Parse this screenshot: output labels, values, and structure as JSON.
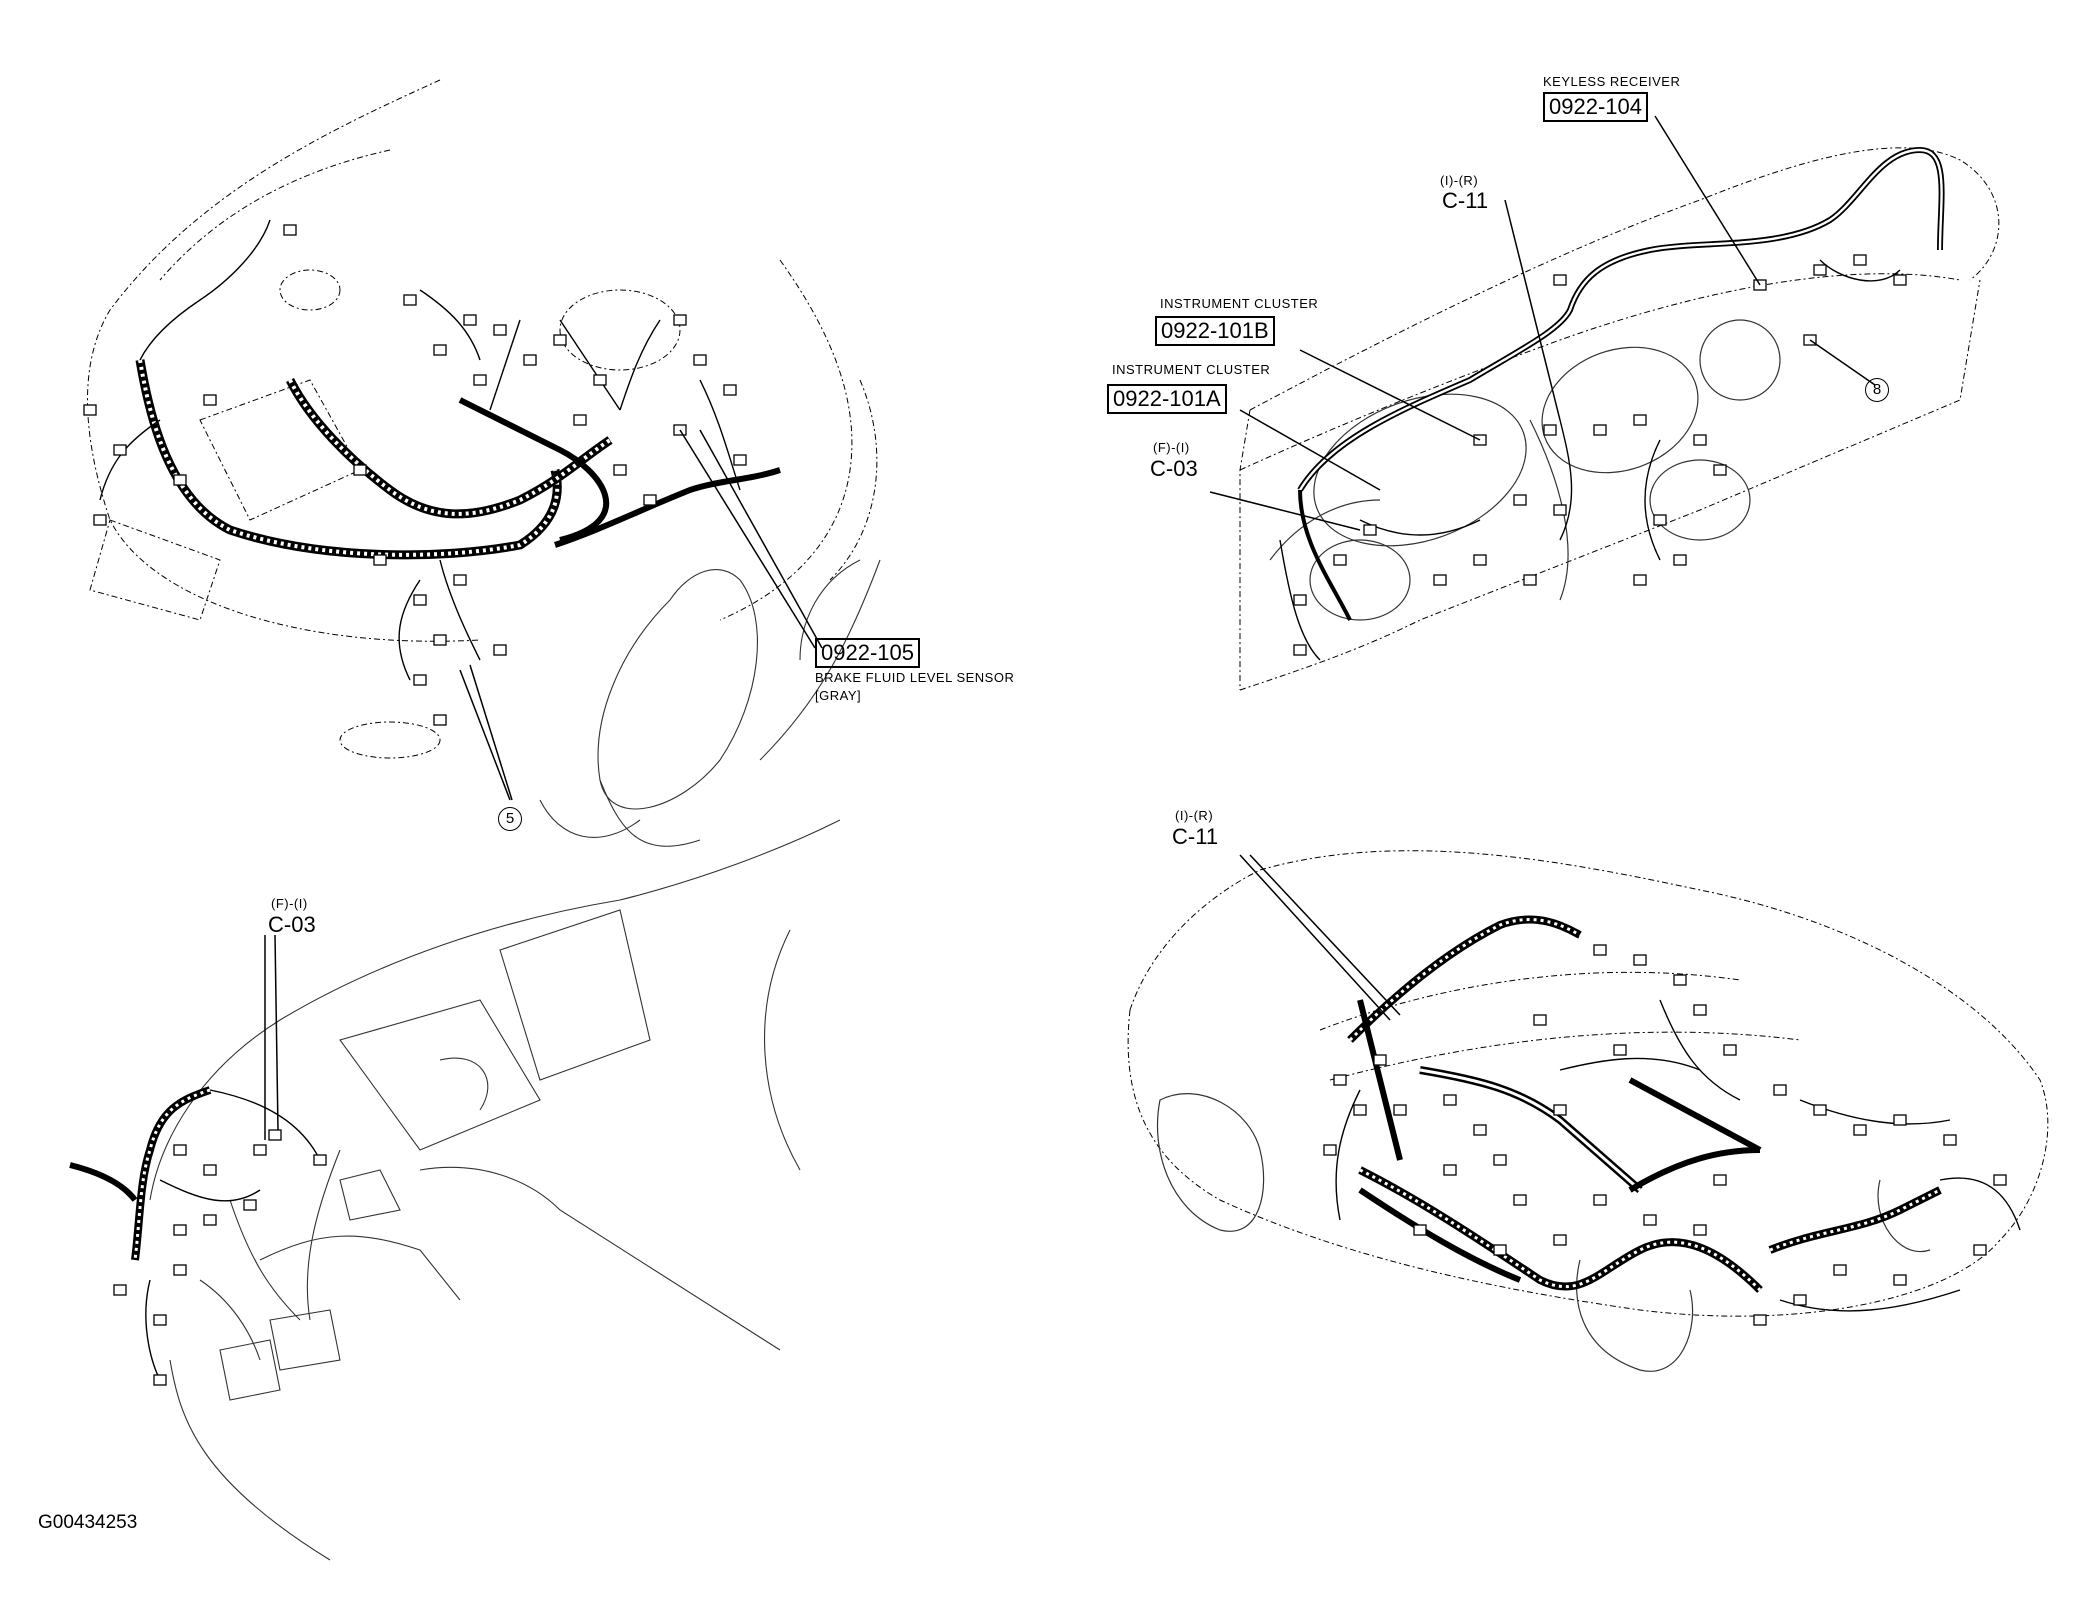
{
  "labels": {
    "keyless_receiver": "KEYLESS RECEIVER",
    "code_0922_104": "0922-104",
    "ir_top": "(I)-(R)",
    "c11_top": "C-11",
    "instrument_cluster_b": "INSTRUMENT CLUSTER",
    "code_0922_101b": "0922-101B",
    "instrument_cluster_a": "INSTRUMENT CLUSTER",
    "code_0922_101a": "0922-101A",
    "fi_top": "(F)-(I)",
    "c03_top": "C-03",
    "callout_8": "8",
    "code_0922_105": "0922-105",
    "brake_fluid_line1": "BRAKE FLUID LEVEL SENSOR",
    "brake_fluid_line2": "[GRAY]",
    "callout_5": "5",
    "fi_bottom": "(F)-(I)",
    "c03_bottom": "C-03",
    "ir_bottom": "(I)-(R)",
    "c11_bottom": "C-11",
    "figure_id": "G00434253"
  },
  "colors": {
    "line": "#000000",
    "thin_line": "#555555",
    "background": "#ffffff"
  }
}
